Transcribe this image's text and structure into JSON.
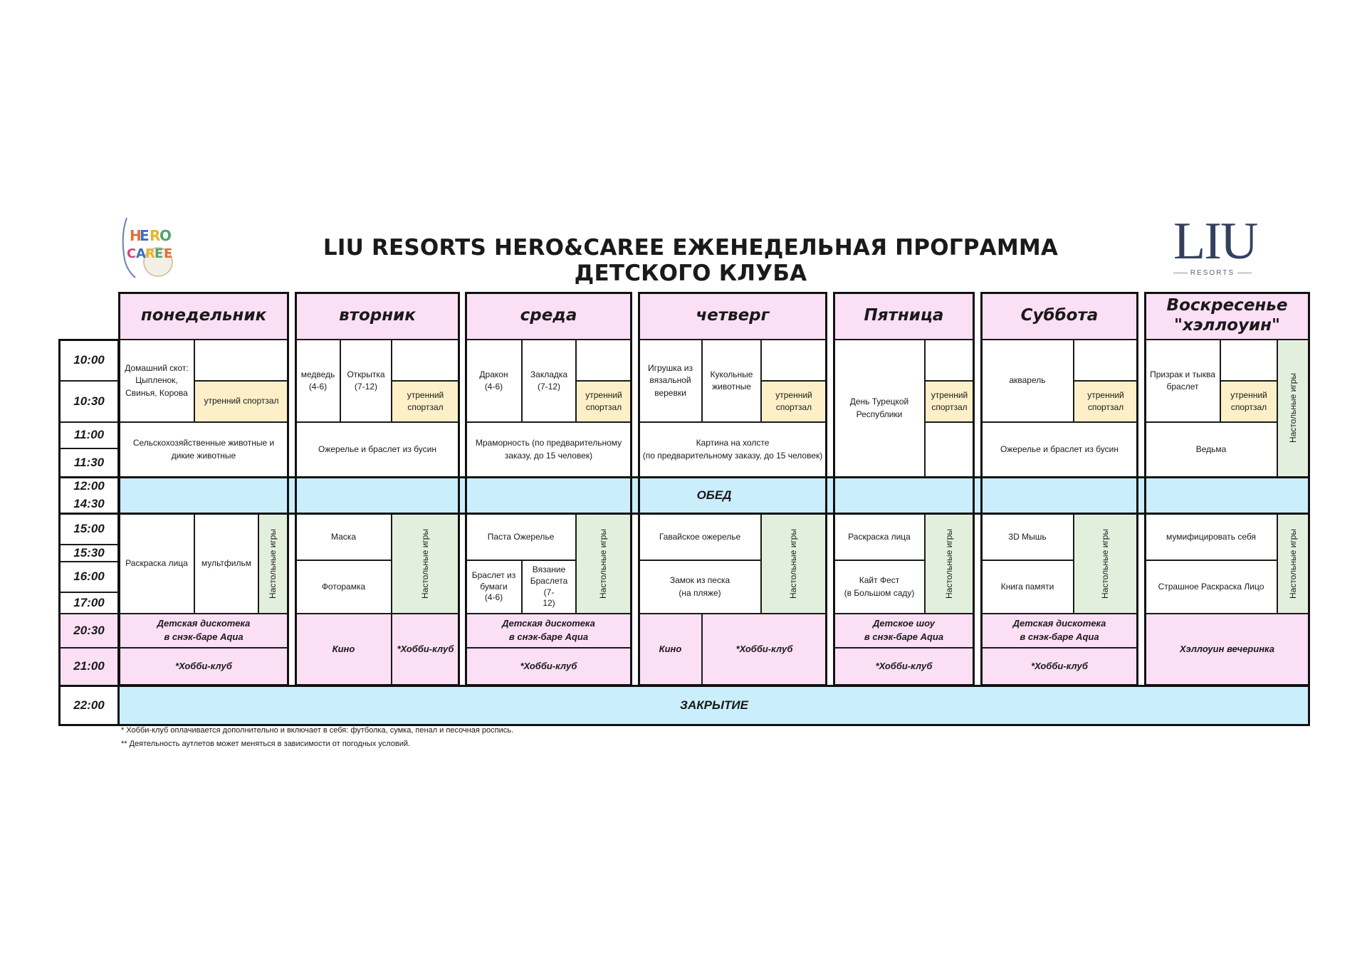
{
  "title": "LIU RESORTS HERO&CAREE ЕЖЕНЕДЕЛЬНАЯ ПРОГРАММА ДЕТСКОГО КЛУБА",
  "logo_left": "HERO CAREE",
  "logo_right": {
    "main": "LIU",
    "sub": "RESORTS"
  },
  "colors": {
    "pink": "#fbdff4",
    "yellow": "#fdf0c8",
    "green": "#e3efdd",
    "blue": "#cbeefc"
  },
  "days": [
    "понедельник",
    "вторник",
    "среда",
    "четверг",
    "Пятница",
    "Суббота",
    "Воскресенье \"хэллоуин\""
  ],
  "times": [
    "10:00",
    "10:30",
    "11:00",
    "11:30",
    "12:00",
    "14:30",
    "15:00",
    "15:30",
    "16:00",
    "17:00",
    "20:30",
    "21:00",
    "22:00"
  ],
  "bands": {
    "lunch": "ОБЕД",
    "closing": "ЗАКРЫТИЕ"
  },
  "common": {
    "gym": "утренний спортзал",
    "board_games": "Настольные игры",
    "disco": "Детская дискотека\nв снэк-баре Aqua",
    "hobby": "*Хобби-клуб",
    "cinema": "Кино",
    "beads": "Ожерелье и браслет из бусин"
  },
  "mon": {
    "morning": "Домашний скот:\nЦыпленок,\nСвинья, Корова",
    "late": "Сельскохозяйственные животные и\nдикие животные",
    "afternoon_a": "Раскраска лица",
    "afternoon_b": "мультфильм"
  },
  "tue": {
    "morning_a": "медведь\n(4-6)",
    "morning_b": "Открытка\n(7-12)",
    "afternoon_a": "Маска",
    "afternoon_b": "Фоторамка"
  },
  "wed": {
    "morning_a": "Дракон\n(4-6)",
    "morning_b": "Закладка\n(7-12)",
    "late": "Мраморность (по предварительному\nзаказу, до 15 человек)",
    "afternoon_a": "Паста Ожерелье",
    "afternoon_b": "Браслет из\nбумаги\n(4-6)",
    "afternoon_c": "Вязание\nБраслета (7-\n12)"
  },
  "thu": {
    "morning_a": "Игрушка из\nвязальной\nверевки",
    "morning_b": "Кукольные\nживотные",
    "late": "Картина на холсте\n(по предварительному заказу, до 15 человек)",
    "afternoon_a": "Гавайское ожерелье",
    "afternoon_b": "Замок из песка\n(на пляже)"
  },
  "fri": {
    "morning": "День Турецкой\nРеспублики",
    "afternoon_a": "Раскраска лица",
    "afternoon_b": "Кайт Фест\n(в Большом саду)",
    "evening": "Детское шоу\nв снэк-баре Aqua"
  },
  "sat": {
    "morning": "акварель",
    "afternoon_a": "3D Мышь",
    "afternoon_b": "Книга памяти"
  },
  "sun": {
    "morning": "Призрак и тыква\nбраслет",
    "late": "Ведьма",
    "afternoon_a": "мумифицировать себя",
    "afternoon_b": "Страшное Раскраска Лицо",
    "evening": "Хэллоуин вечеринка"
  },
  "notes": [
    "* Хобби-клуб оплачивается дополнительно и включает в себя: футболка, сумка, пенал и песочная роспись.",
    "** Деятельность аутлетов может меняться в зависимости от погодных условий."
  ]
}
